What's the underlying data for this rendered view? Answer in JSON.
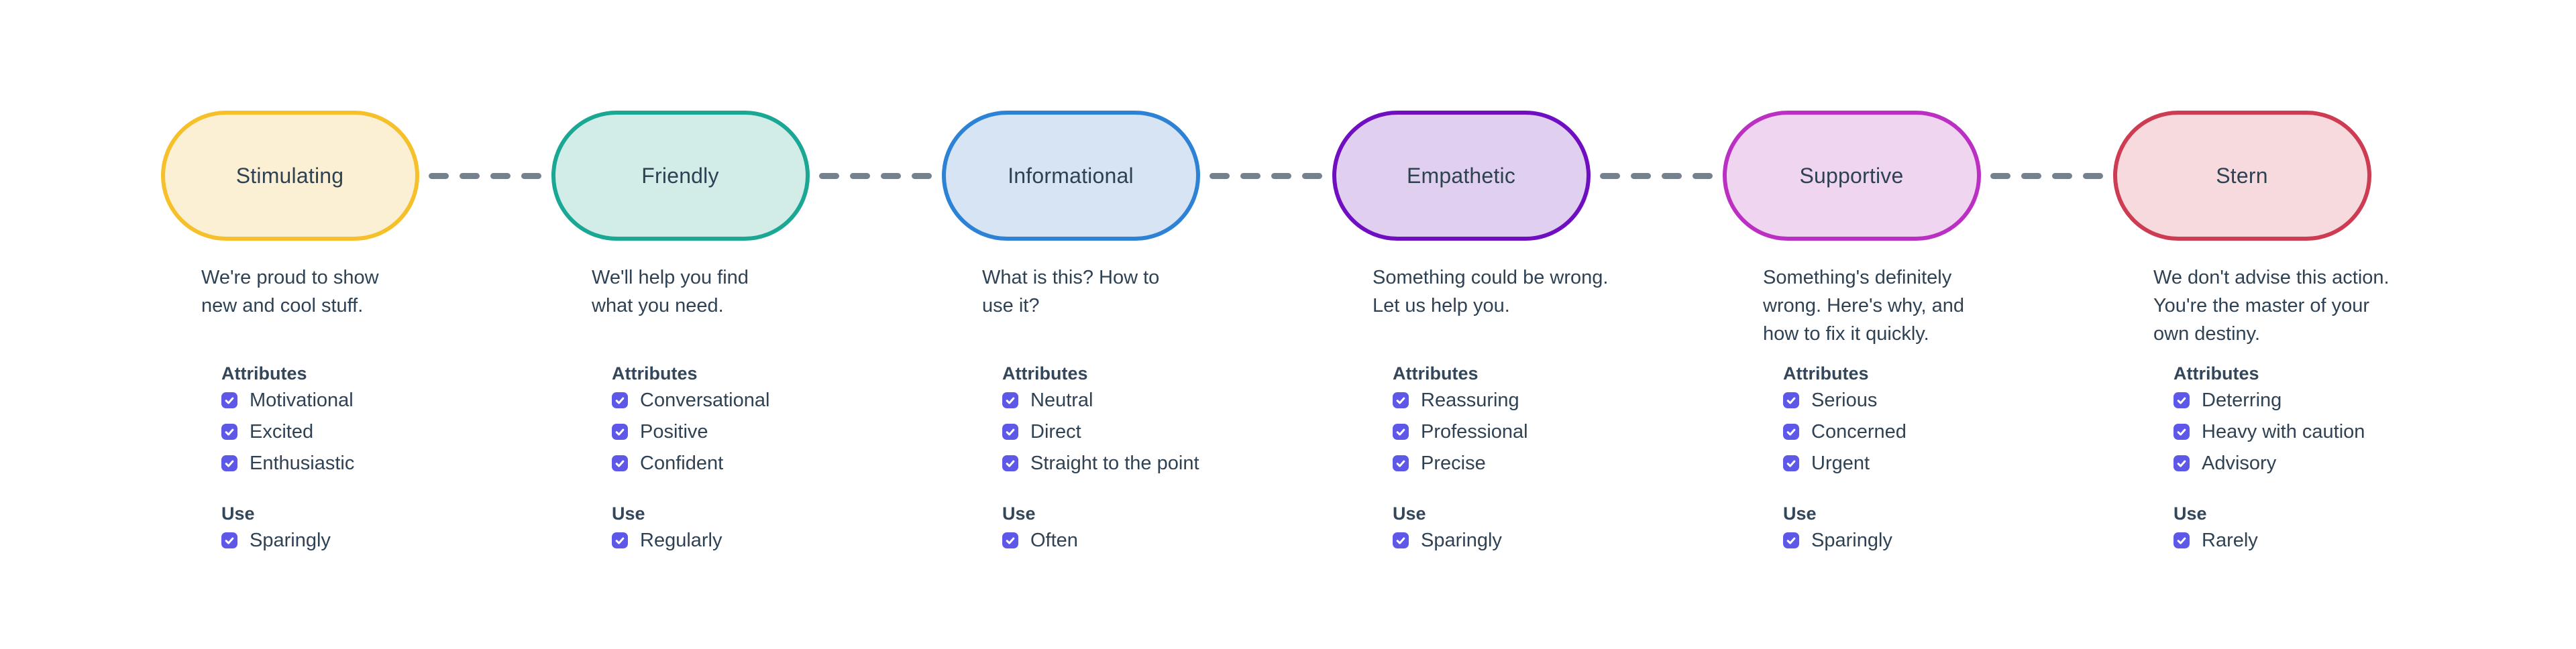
{
  "palette": {
    "text": "#2F4254",
    "heading": "#33465A",
    "checkbox": "#5E58E8",
    "check": "#FFFFFF",
    "dash": "#76818E",
    "background": "#FFFFFF"
  },
  "connector": {
    "dash_count": 4
  },
  "tones": [
    {
      "name": "Stimulating",
      "pill": {
        "border": "#F5C02A",
        "fill": "#FBF0D3"
      },
      "description": "We're proud to show new and cool stuff.",
      "description_lines": [
        "We're proud to show",
        "new and cool stuff."
      ],
      "attributes_label": "Attributes",
      "attributes": [
        "Motivational",
        "Excited",
        "Enthusiastic"
      ],
      "use_label": "Use",
      "use": "Sparingly"
    },
    {
      "name": "Friendly",
      "pill": {
        "border": "#1AA794",
        "fill": "#D2ECE8"
      },
      "description": "We'll help you find what you need.",
      "description_lines": [
        "We'll help you find",
        "what you need."
      ],
      "attributes_label": "Attributes",
      "attributes": [
        "Conversational",
        "Positive",
        "Confident"
      ],
      "use_label": "Use",
      "use": "Regularly"
    },
    {
      "name": "Informational",
      "pill": {
        "border": "#2D82D5",
        "fill": "#D6E4F4"
      },
      "description": "What is this? How to use it?",
      "description_lines": [
        "What is this? How to",
        "use it?"
      ],
      "attributes_label": "Attributes",
      "attributes": [
        "Neutral",
        "Direct",
        "Straight to the point"
      ],
      "use_label": "Use",
      "use": "Often"
    },
    {
      "name": "Empathetic",
      "pill": {
        "border": "#700FC1",
        "fill": "#E0CFEF"
      },
      "description": "Something could be wrong. Let us help you.",
      "description_lines": [
        "Something could be wrong.",
        "Let us help you."
      ],
      "attributes_label": "Attributes",
      "attributes": [
        "Reassuring",
        "Professional",
        "Precise"
      ],
      "use_label": "Use",
      "use": "Sparingly"
    },
    {
      "name": "Supportive",
      "pill": {
        "border": "#BB30C3",
        "fill": "#F0D5F1"
      },
      "description": "Something's definitely wrong. Here's why, and how to fix it quickly.",
      "description_lines": [
        "Something's definitely",
        "wrong. Here's why, and",
        "how to fix it quickly."
      ],
      "attributes_label": "Attributes",
      "attributes": [
        "Serious",
        "Concerned",
        "Urgent"
      ],
      "use_label": "Use",
      "use": "Sparingly"
    },
    {
      "name": "Stern",
      "pill": {
        "border": "#CD3C52",
        "fill": "#F6DADD"
      },
      "description": "We don't advise this action. You're the master of your own destiny.",
      "description_lines": [
        "We don't advise this action.",
        "You're the master of your",
        "own destiny."
      ],
      "attributes_label": "Attributes",
      "attributes": [
        "Deterring",
        "Heavy with caution",
        "Advisory"
      ],
      "use_label": "Use",
      "use": "Rarely"
    }
  ]
}
